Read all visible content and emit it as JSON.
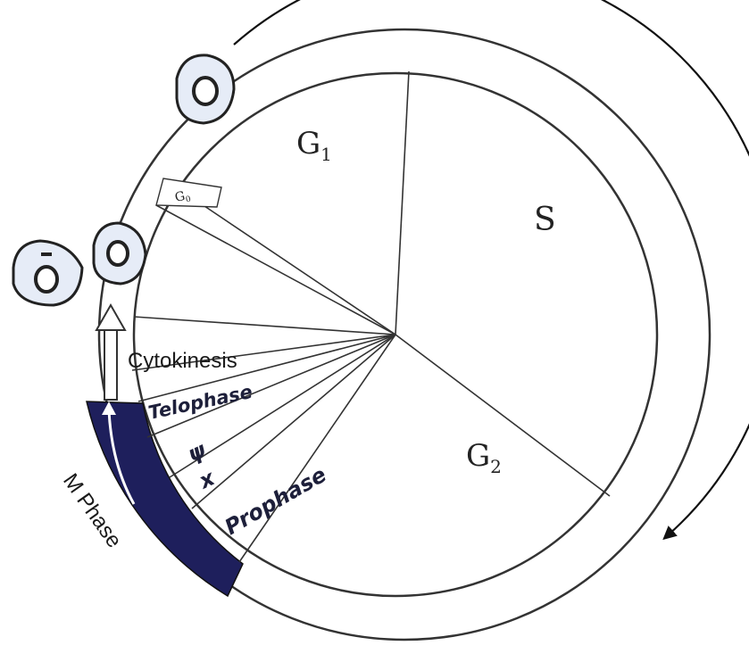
{
  "labels": {
    "g1": "G",
    "g1_sub": "1",
    "s": "S",
    "g2": "G",
    "g2_sub": "2",
    "g0": "G",
    "g0_sub": "0",
    "cytokinesis": "Cytokinesis",
    "telophase": "Telophase",
    "prophase": "Prophase",
    "m_phase": "M Phase"
  },
  "colors": {
    "m_phase_band": "#1e1f5c",
    "cell_fill": "#e6ecf7",
    "line": "#333333"
  }
}
